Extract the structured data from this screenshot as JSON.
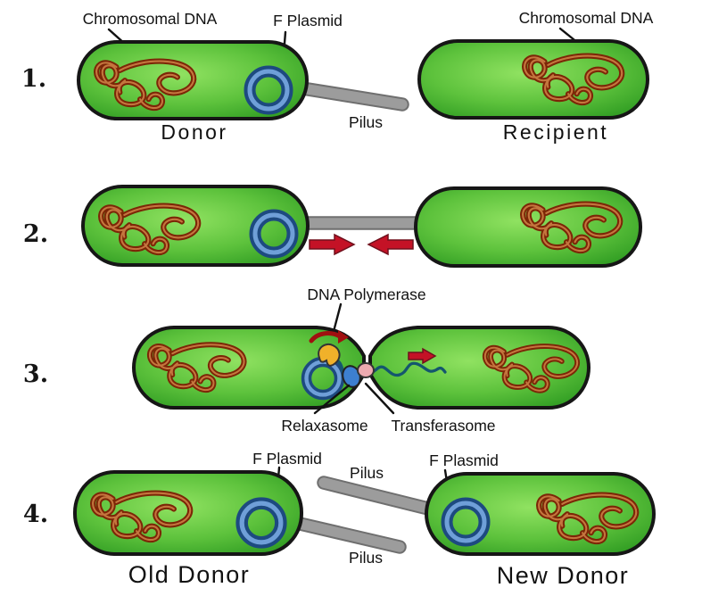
{
  "steps": {
    "step1": {
      "number": "1.",
      "labels": {
        "chromosomal_dna_donor": "Chromosomal DNA",
        "f_plasmid": "F Plasmid",
        "chromosomal_dna_recipient": "Chromosomal DNA",
        "pilus": "Pilus",
        "donor": "Donor",
        "recipient": "Recipient"
      }
    },
    "step2": {
      "number": "2."
    },
    "step3": {
      "number": "3.",
      "labels": {
        "dna_polymerase": "DNA Polymerase",
        "relaxasome": "Relaxasome",
        "transferasome": "Transferasome"
      }
    },
    "step4": {
      "number": "4.",
      "labels": {
        "f_plasmid_left": "F Plasmid",
        "f_plasmid_right": "F Plasmid",
        "pilus_top": "Pilus",
        "pilus_bottom": "Pilus",
        "old_donor": "Old Donor",
        "new_donor": "New Donor"
      }
    }
  },
  "colors": {
    "cell_green_light": "#90e261",
    "cell_green_mid": "#5dc23c",
    "cell_green_dark": "#2d9a21",
    "cell_outline": "#161616",
    "chromosomal_dna": "#7c2607",
    "chromosomal_dna_highlight": "#c4763e",
    "plasmid_blue_dark": "#1d4a80",
    "plasmid_blue_light": "#6f9fd8",
    "pilus_gray": "#9c9c9c",
    "pilus_outline": "#6f6f6f",
    "arrow_red": "#c41226",
    "polymerase_yellow": "#f0b12a",
    "relaxasome_blue": "#3d7fd0",
    "transferasome_pink": "#edaab0",
    "strand_teal": "#14566e",
    "label_black": "#111111"
  }
}
